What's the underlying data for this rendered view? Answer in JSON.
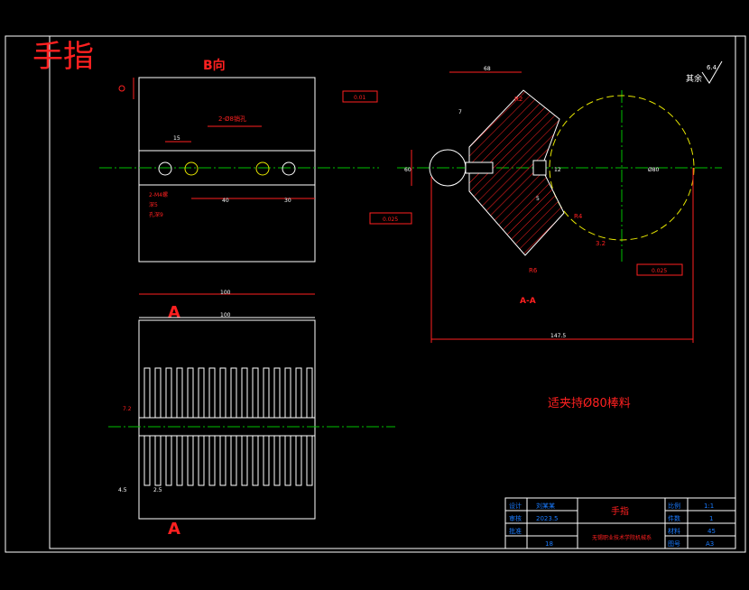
{
  "title": "手指",
  "view_b_label": "B向",
  "section_label": "A-A",
  "section_marker": "A",
  "note": "适夹持Ø80棒料",
  "surface_finish": {
    "prefix": "其余",
    "value": "6.4"
  },
  "dims": {
    "d15": "15",
    "d40": "40",
    "d30": "30",
    "d100": "100",
    "d68": "68",
    "d7": "7",
    "d60": "60",
    "d5": "5",
    "d80": "Ø80",
    "d12": "12",
    "d147": "147.5",
    "d7_2": "7.2",
    "d4_5": "4.5",
    "d2_5": "2.5",
    "r4": "R4",
    "r6": "R6",
    "r2": "R2",
    "holes_top": "2-Ø8销孔",
    "holes_bottom_1": "2-M4螺",
    "holes_bottom_2": "深5",
    "holes_bottom_3": "孔深9",
    "angle": "3.2"
  },
  "tolerances": {
    "t1": "0.01",
    "t2": "0.025",
    "t3": "0.025"
  },
  "title_block": {
    "part_name": "手指",
    "school": "无锡职业技术学院机械系",
    "r1": [
      "设计",
      "刘某某",
      "",
      "比例",
      "1:1"
    ],
    "r2": [
      "审核",
      "2023.5",
      "",
      "件数",
      "1"
    ],
    "r3": [
      "批准",
      "",
      "",
      "材料",
      "45"
    ],
    "r4": [
      "",
      "18",
      "",
      "图号",
      "A3"
    ]
  },
  "colors": {
    "line": "#ffffff",
    "red": "#ff2020",
    "green": "#00c000",
    "yellow": "#e6e600",
    "blue": "#1a7bff"
  }
}
